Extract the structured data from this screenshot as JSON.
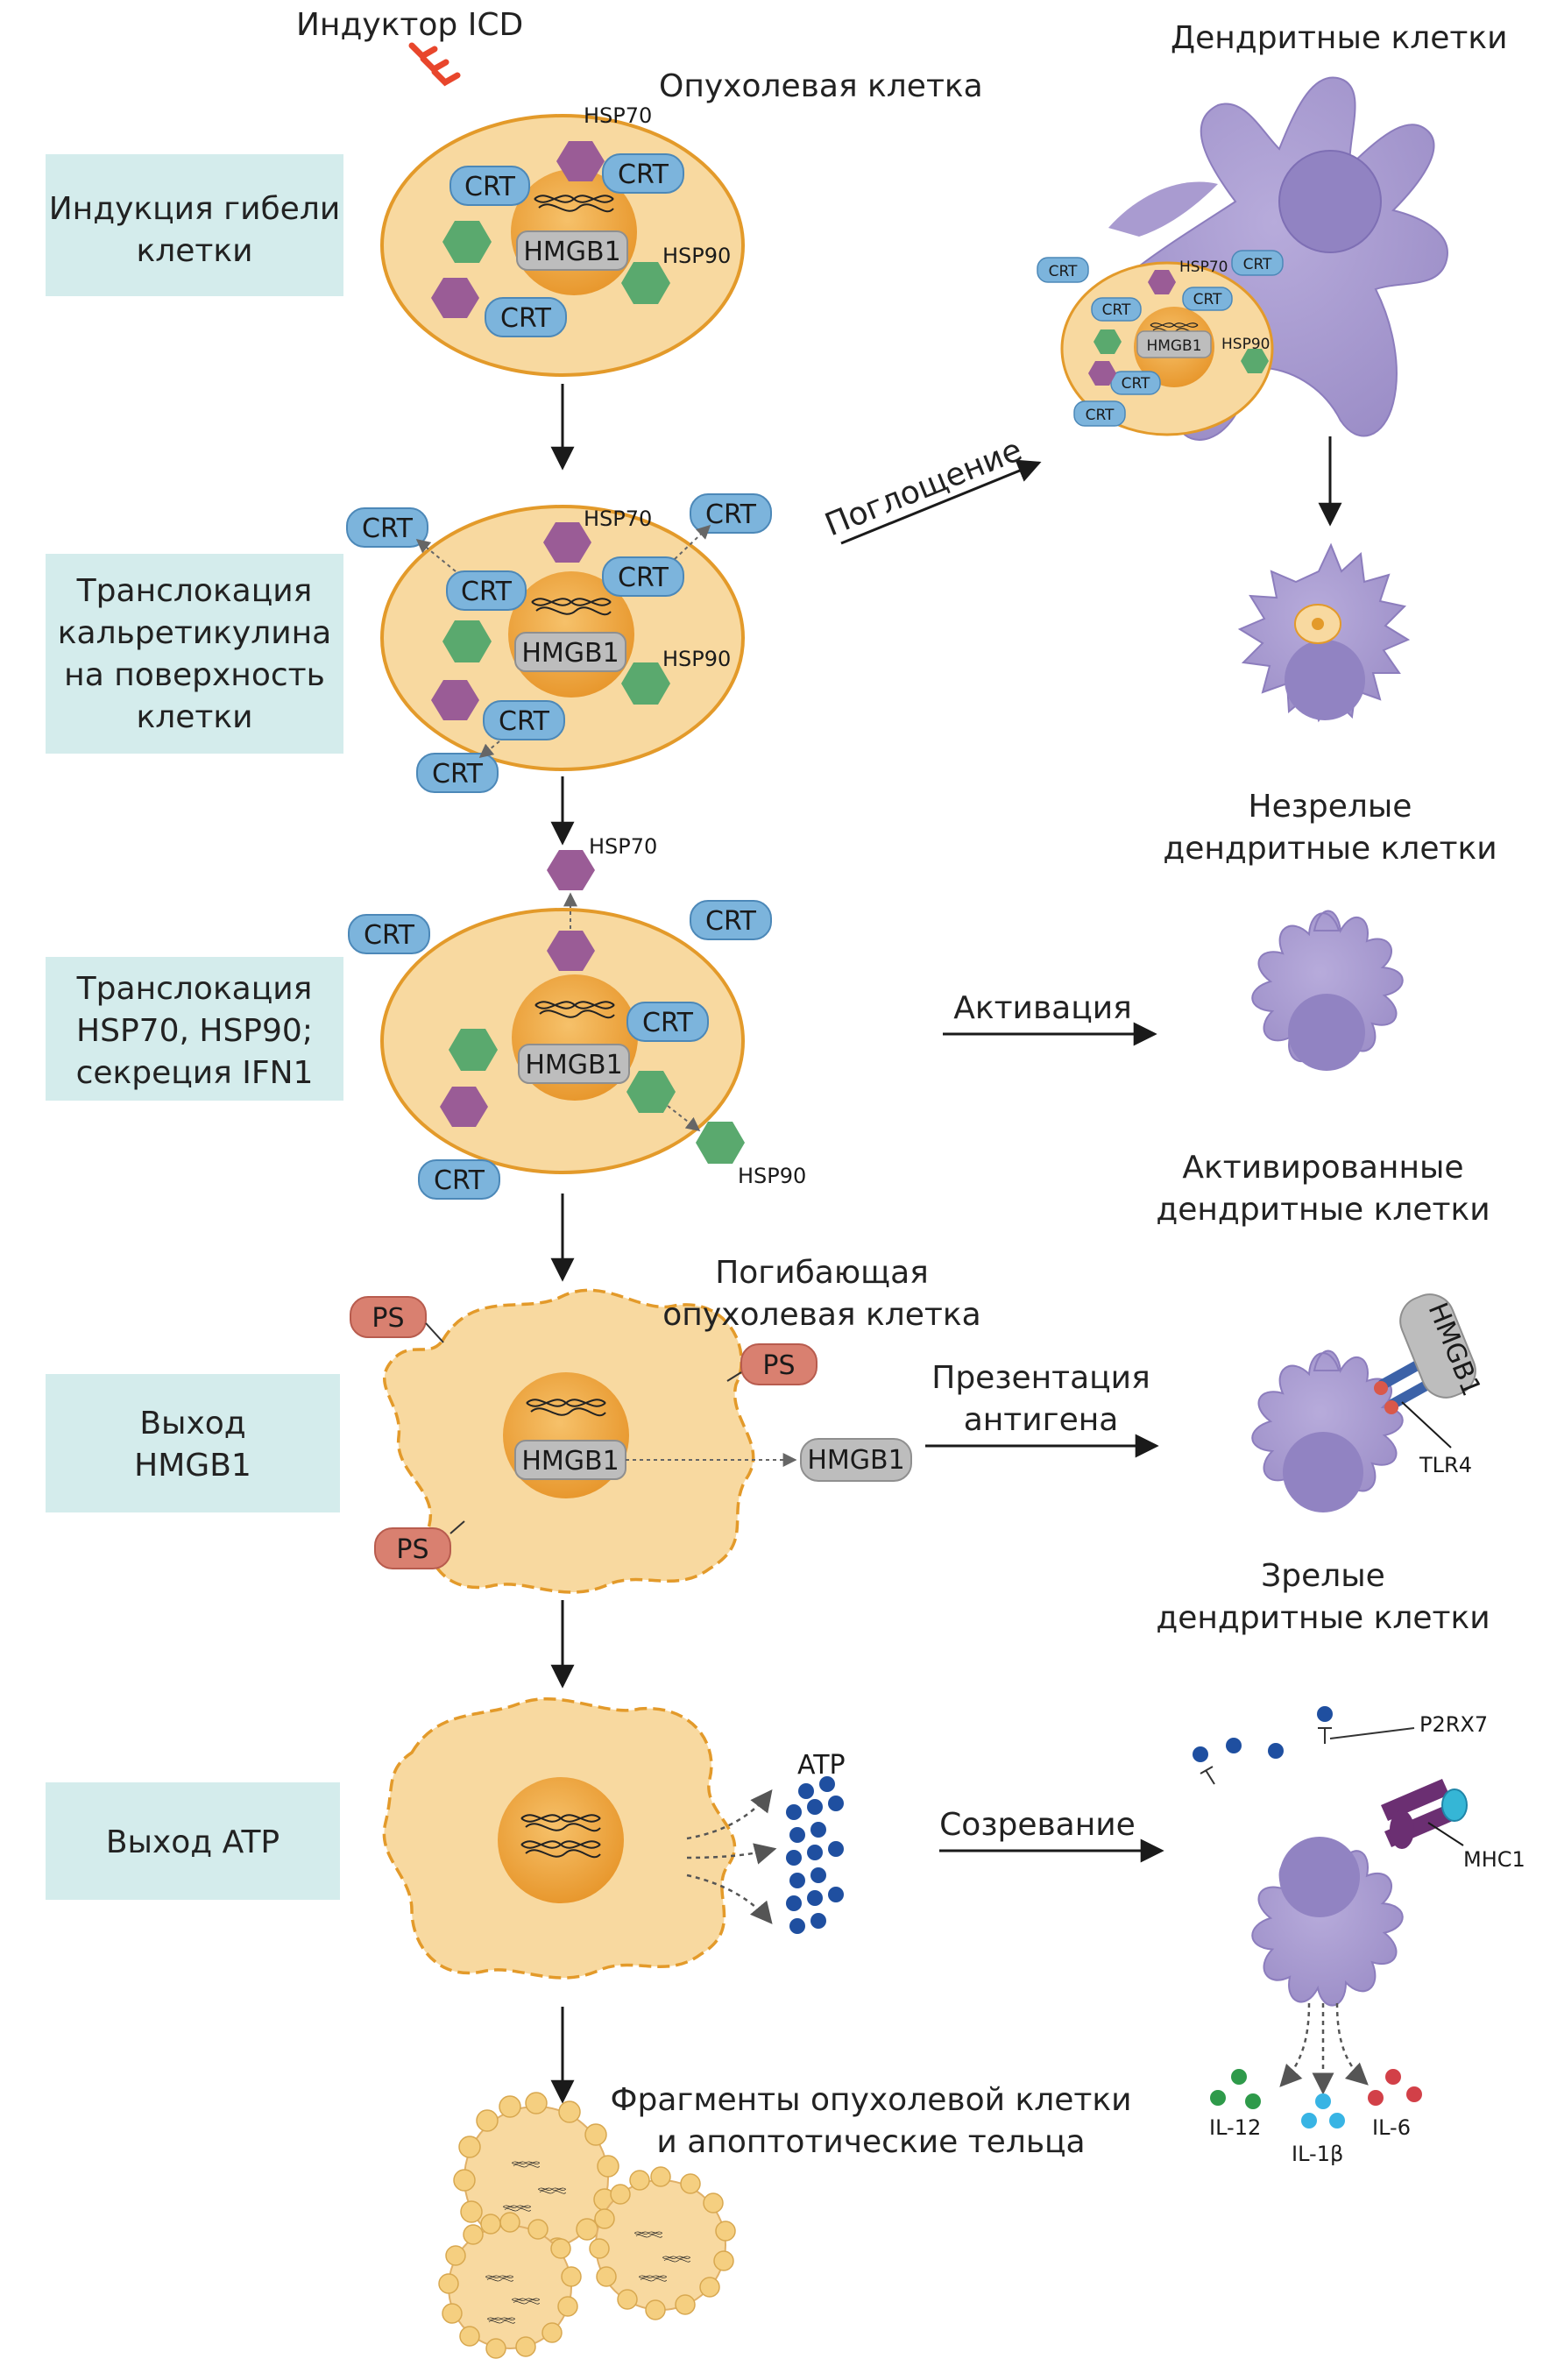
{
  "header": {
    "inducer": "Индуктор ICD",
    "tumor_cell": "Опухолевая клетка",
    "dendritic_cells": "Дендритные клетки"
  },
  "stages": [
    {
      "lines": [
        "Индукция гибели",
        "клетки"
      ]
    },
    {
      "lines": [
        "Транслокация",
        "кальретикулина",
        "на поверхность",
        "клетки"
      ]
    },
    {
      "lines": [
        "Транслокация",
        "HSP70, HSP90;",
        "секреция IFN1"
      ]
    },
    {
      "lines": [
        "Выход",
        "HMGB1"
      ]
    },
    {
      "lines": [
        "Выход ATP"
      ]
    }
  ],
  "molecules": {
    "crt": "CRT",
    "hmgb1": "HMGB1",
    "hsp70": "HSP70",
    "hsp90": "HSP90",
    "ps": "PS",
    "atp": "ATP",
    "tlr4": "TLR4",
    "p2rx7": "P2RX7",
    "mhc1": "MHC1",
    "il12": "IL-12",
    "il1b": "IL-1β",
    "il6": "IL-6"
  },
  "dying_cell": [
    "Погибающая",
    "опухолевая клетка"
  ],
  "fragments": [
    "Фрагменты опухолевой клетки",
    "и апоптотические тельца"
  ],
  "arrows": {
    "uptake": "Поглощение",
    "activation": "Активация",
    "antigen_presentation": [
      "Презентация",
      "антигена"
    ],
    "maturation": "Созревание"
  },
  "dc_labels": {
    "immature": [
      "Незрелые",
      "дендритные клетки"
    ],
    "activated": [
      "Активированные",
      "дендритные клетки"
    ],
    "mature": [
      "Зрелые",
      "дендритные клетки"
    ]
  },
  "colors": {
    "cell_fill": "#f8d9a0",
    "cell_stroke": "#e39a2a",
    "nucleus": "#f1a83c",
    "crt": "#7cb4dc",
    "hmgb1": "#bdbdbd",
    "hsp70": "#9a5c96",
    "hsp90": "#5aa96e",
    "ps": "#d98070",
    "dc": "#a99bd0",
    "label_box": "#d4ecec",
    "atp": "#1f4fa0"
  }
}
